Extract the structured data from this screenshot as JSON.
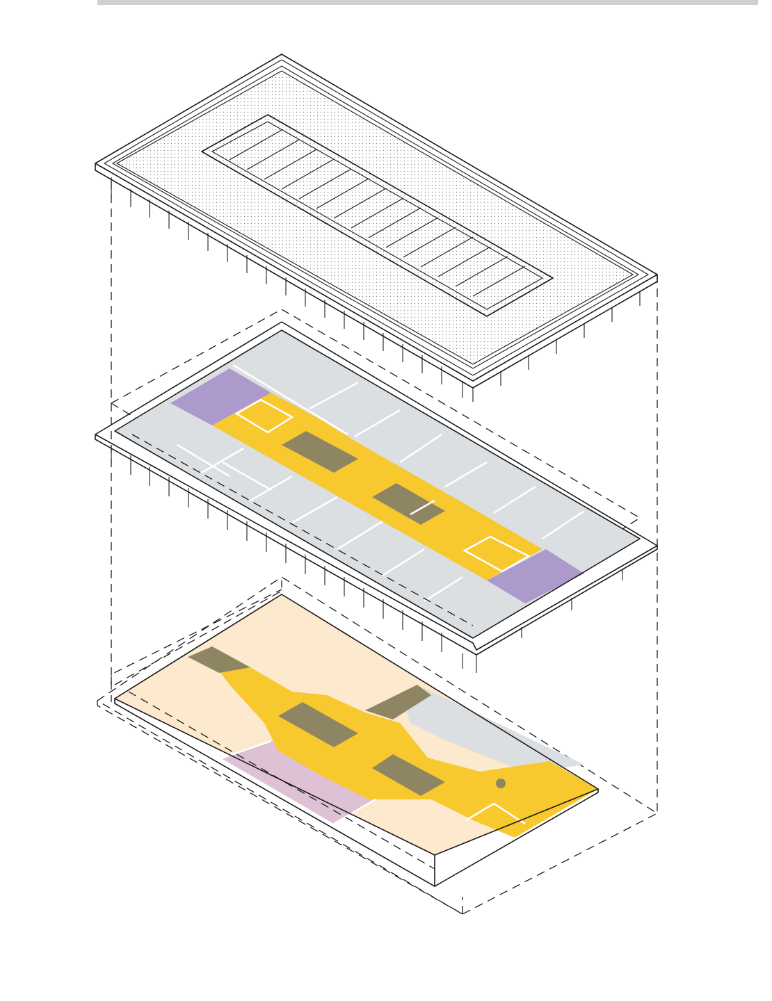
{
  "diagram": {
    "type": "exploded-axonometric",
    "layers": [
      {
        "name": "roof",
        "features": [
          "dotted-roof-surface",
          "ribbed-skylight"
        ]
      },
      {
        "name": "upper-floor",
        "zones": [
          "grey",
          "yellow",
          "purple",
          "olive"
        ]
      },
      {
        "name": "ground-floor",
        "zones": [
          "peach",
          "yellow",
          "olive",
          "pink",
          "grey"
        ]
      }
    ]
  },
  "colors": {
    "line": "#1a1a1a",
    "roof_fill": "#ffffff",
    "roof_dots": "#8a8a8a",
    "grey_zone": "#dcdfe2",
    "yellow_zone": "#f7c92f",
    "purple_zone": "#ab9acb",
    "olive_zone": "#8e8663",
    "peach_zone": "#fde9cd",
    "pink_zone": "#dfc1d6",
    "slab_side": "#ffffff"
  }
}
